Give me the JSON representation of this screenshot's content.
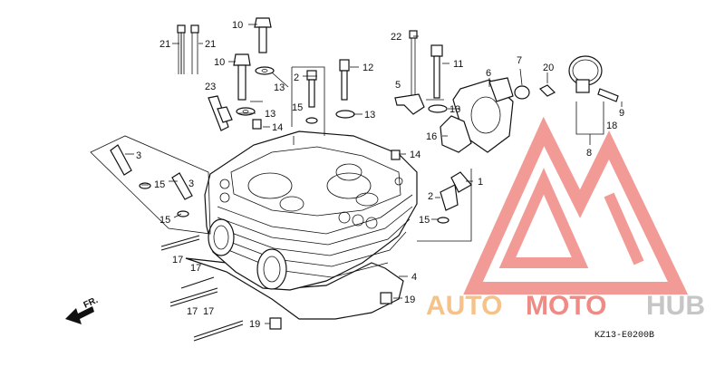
{
  "diagram": {
    "code": "KZ13-E0200B",
    "direction_label": "FR.",
    "callouts": [
      {
        "id": "c1",
        "text": "1"
      },
      {
        "id": "c2a",
        "text": "2"
      },
      {
        "id": "c2b",
        "text": "2"
      },
      {
        "id": "c3a",
        "text": "3"
      },
      {
        "id": "c3b",
        "text": "3"
      },
      {
        "id": "c4",
        "text": "4"
      },
      {
        "id": "c5",
        "text": "5"
      },
      {
        "id": "c6",
        "text": "6"
      },
      {
        "id": "c7",
        "text": "7"
      },
      {
        "id": "c8",
        "text": "8"
      },
      {
        "id": "c9",
        "text": "9"
      },
      {
        "id": "c10a",
        "text": "10"
      },
      {
        "id": "c10b",
        "text": "10"
      },
      {
        "id": "c11",
        "text": "11"
      },
      {
        "id": "c12",
        "text": "12"
      },
      {
        "id": "c13a",
        "text": "13"
      },
      {
        "id": "c13b",
        "text": "13"
      },
      {
        "id": "c13c",
        "text": "13"
      },
      {
        "id": "c13d",
        "text": "13"
      },
      {
        "id": "c14a",
        "text": "14"
      },
      {
        "id": "c14b",
        "text": "14"
      },
      {
        "id": "c15a",
        "text": "15"
      },
      {
        "id": "c15b",
        "text": "15"
      },
      {
        "id": "c15c",
        "text": "15"
      },
      {
        "id": "c15d",
        "text": "15"
      },
      {
        "id": "c16",
        "text": "16"
      },
      {
        "id": "c17a",
        "text": "17"
      },
      {
        "id": "c17b",
        "text": "17"
      },
      {
        "id": "c17c",
        "text": "17"
      },
      {
        "id": "c17d",
        "text": "17"
      },
      {
        "id": "c18",
        "text": "18"
      },
      {
        "id": "c19a",
        "text": "19"
      },
      {
        "id": "c19b",
        "text": "19"
      },
      {
        "id": "c20",
        "text": "20"
      },
      {
        "id": "c21a",
        "text": "21"
      },
      {
        "id": "c21b",
        "text": "21"
      },
      {
        "id": "c22",
        "text": "22"
      },
      {
        "id": "c23",
        "text": "23"
      }
    ]
  },
  "watermark": {
    "text_part1": "AUTO",
    "text_part2": "MOTO",
    "text_part3": "HUB",
    "color_logo": "#f08a84",
    "color_auto": "#f5c389",
    "color_moto": "#f08a84",
    "color_hub": "#c6c6c6"
  }
}
